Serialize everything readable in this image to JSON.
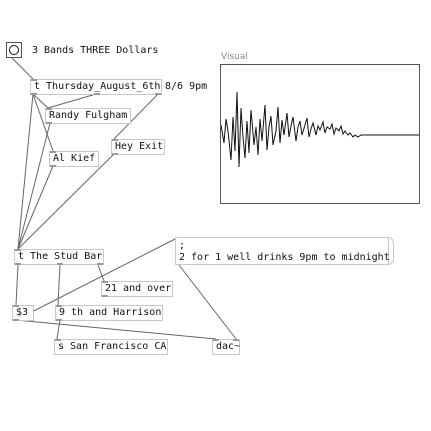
{
  "bang": {
    "label": "3 Bands THREE Dollars"
  },
  "objects": {
    "thursday": "t Thursday_August_6th",
    "time": "8/6 9pm",
    "randy": "Randy Fulgham",
    "hey_exit": "Hey Exit",
    "al_kief": "Al Kief",
    "stud_bar": "t The Stud Bar",
    "over21": "21 and over",
    "dollar3": "$3",
    "harrison": "9 th and Harrison",
    "sf": "s San Francisco CA",
    "dac": "dac~"
  },
  "message": {
    "line1": ";",
    "line2": "2 for 1 well drinks 9pm to midnight"
  },
  "graph": {
    "label": "Visual"
  },
  "colors": {
    "wire": "#666666",
    "box_border": "#c8c8c8"
  }
}
